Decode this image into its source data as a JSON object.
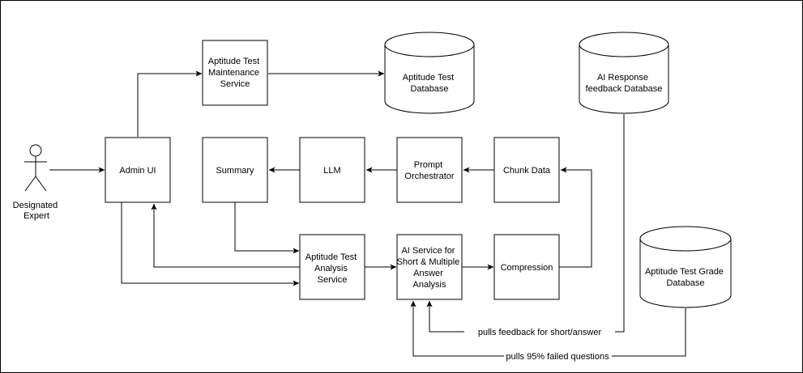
{
  "diagram": {
    "actor": {
      "label_lines": [
        "Designated",
        "Expert"
      ]
    },
    "boxes": {
      "maintenance": {
        "label_lines": [
          "Aptitude Test",
          "Maintenance",
          "Service"
        ]
      },
      "admin_ui": {
        "label_lines": [
          "Admin UI"
        ]
      },
      "summary": {
        "label_lines": [
          "Summary"
        ]
      },
      "llm": {
        "label_lines": [
          "LLM"
        ]
      },
      "prompt": {
        "label_lines": [
          "Prompt",
          "Orchestrator"
        ]
      },
      "chunk": {
        "label_lines": [
          "Chunk Data"
        ]
      },
      "analysis": {
        "label_lines": [
          "Aptitude Test",
          "Analysis",
          "Service"
        ]
      },
      "ai_service": {
        "label_lines": [
          "AI Service for",
          "Short & Multiple",
          "Answer",
          "Analysis"
        ]
      },
      "compression": {
        "label_lines": [
          "Compression"
        ]
      }
    },
    "databases": {
      "aptitude_db": {
        "label_lines": [
          "Aptitude Test",
          "Database"
        ]
      },
      "feedback_db": {
        "label_lines": [
          "AI Response",
          "feedback Database"
        ]
      },
      "grade_db": {
        "label_lines": [
          "Aptitude Test Grade",
          "Database"
        ]
      }
    },
    "edge_labels": {
      "feedback": "pulls feedback for short/answer",
      "failed": "pulls 95% failed questions"
    }
  }
}
